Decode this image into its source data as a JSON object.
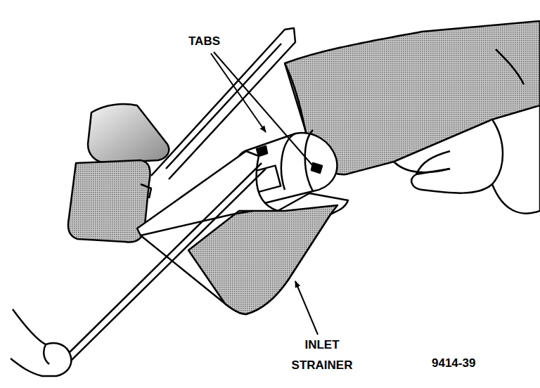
{
  "diagram": {
    "labels": [
      "TABS",
      "INLET STRAINER",
      "9414-39"
    ]
  }
}
